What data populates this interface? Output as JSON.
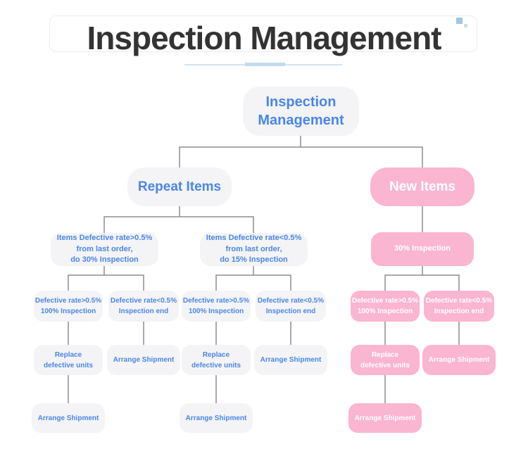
{
  "header": {
    "title": "Inspection Management"
  },
  "colors": {
    "title_text": "#333333",
    "blue_text": "#4a86e8",
    "pink_fill": "#fab5d1",
    "gray_fill": "#f4f4f6",
    "connector_line": "#8d8d8d",
    "underline_thin": "#d3e5f2",
    "underline_thick": "#c3dcec",
    "decor_square_big": "#9fc8e1",
    "decor_square_small": "#c9dfee"
  },
  "diagram": {
    "root": "Inspection\nManagement",
    "repeat_items": "Repeat Items",
    "new_items": "New Items",
    "repeat_high": "Items Defective rate>0.5%\nfrom last order,\ndo 30% Inspection",
    "repeat_low": "Items Defective rate<0.5%\nfrom last order,\ndo 15% Inspection",
    "new_inspection": "30% Inspection",
    "rate_high": "Defective rate>0.5%\n100% Inspection",
    "rate_low": "Defective rate<0.5%\nInspection end",
    "replace": "Replace\ndefective units",
    "arrange": "Arrange Shipment"
  }
}
